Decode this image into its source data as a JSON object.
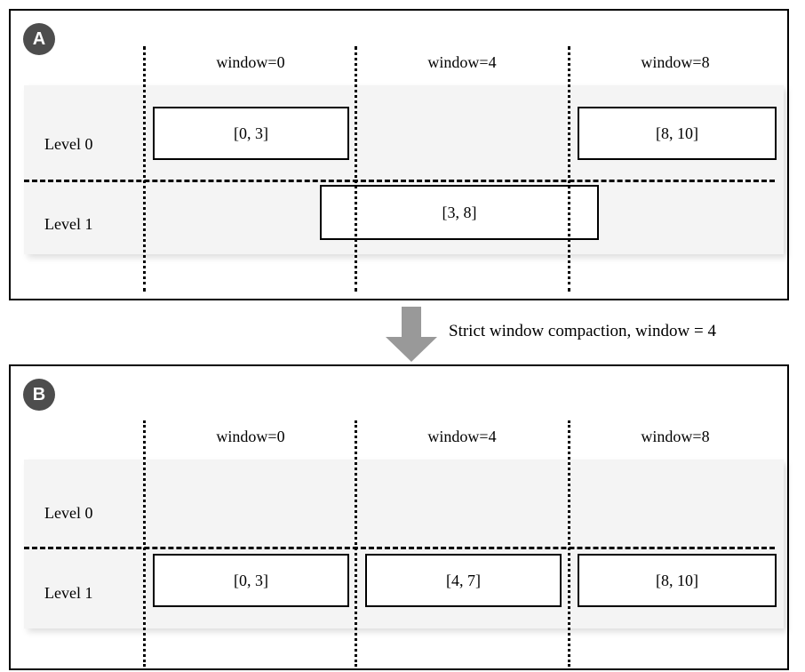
{
  "figure": {
    "transition_caption": "Strict window compaction, window = 4",
    "arrow_icon": "arrow-down-icon",
    "arrow_color": "#999999",
    "badge_color": "#4d4d4d",
    "band_color": "#f4f4f4",
    "line_color": "#000000"
  },
  "columns": [
    {
      "label": "window=0"
    },
    {
      "label": "window=4"
    },
    {
      "label": "window=8"
    }
  ],
  "panels": [
    {
      "id": "A",
      "badge": "A",
      "levels": [
        {
          "label": "Level 0"
        },
        {
          "label": "Level 1"
        }
      ],
      "runs": [
        {
          "label": "[0, 3]",
          "level": 0,
          "start": 0,
          "end": 3
        },
        {
          "label": "[8, 10]",
          "level": 0,
          "start": 8,
          "end": 10
        },
        {
          "label": "[3, 8]",
          "level": 1,
          "start": 3,
          "end": 8
        }
      ]
    },
    {
      "id": "B",
      "badge": "B",
      "levels": [
        {
          "label": "Level 0"
        },
        {
          "label": "Level 1"
        }
      ],
      "runs": [
        {
          "label": "[0, 3]",
          "level": 1,
          "start": 0,
          "end": 3
        },
        {
          "label": "[4, 7]",
          "level": 1,
          "start": 4,
          "end": 7
        },
        {
          "label": "[8, 10]",
          "level": 1,
          "start": 8,
          "end": 10
        }
      ]
    }
  ]
}
